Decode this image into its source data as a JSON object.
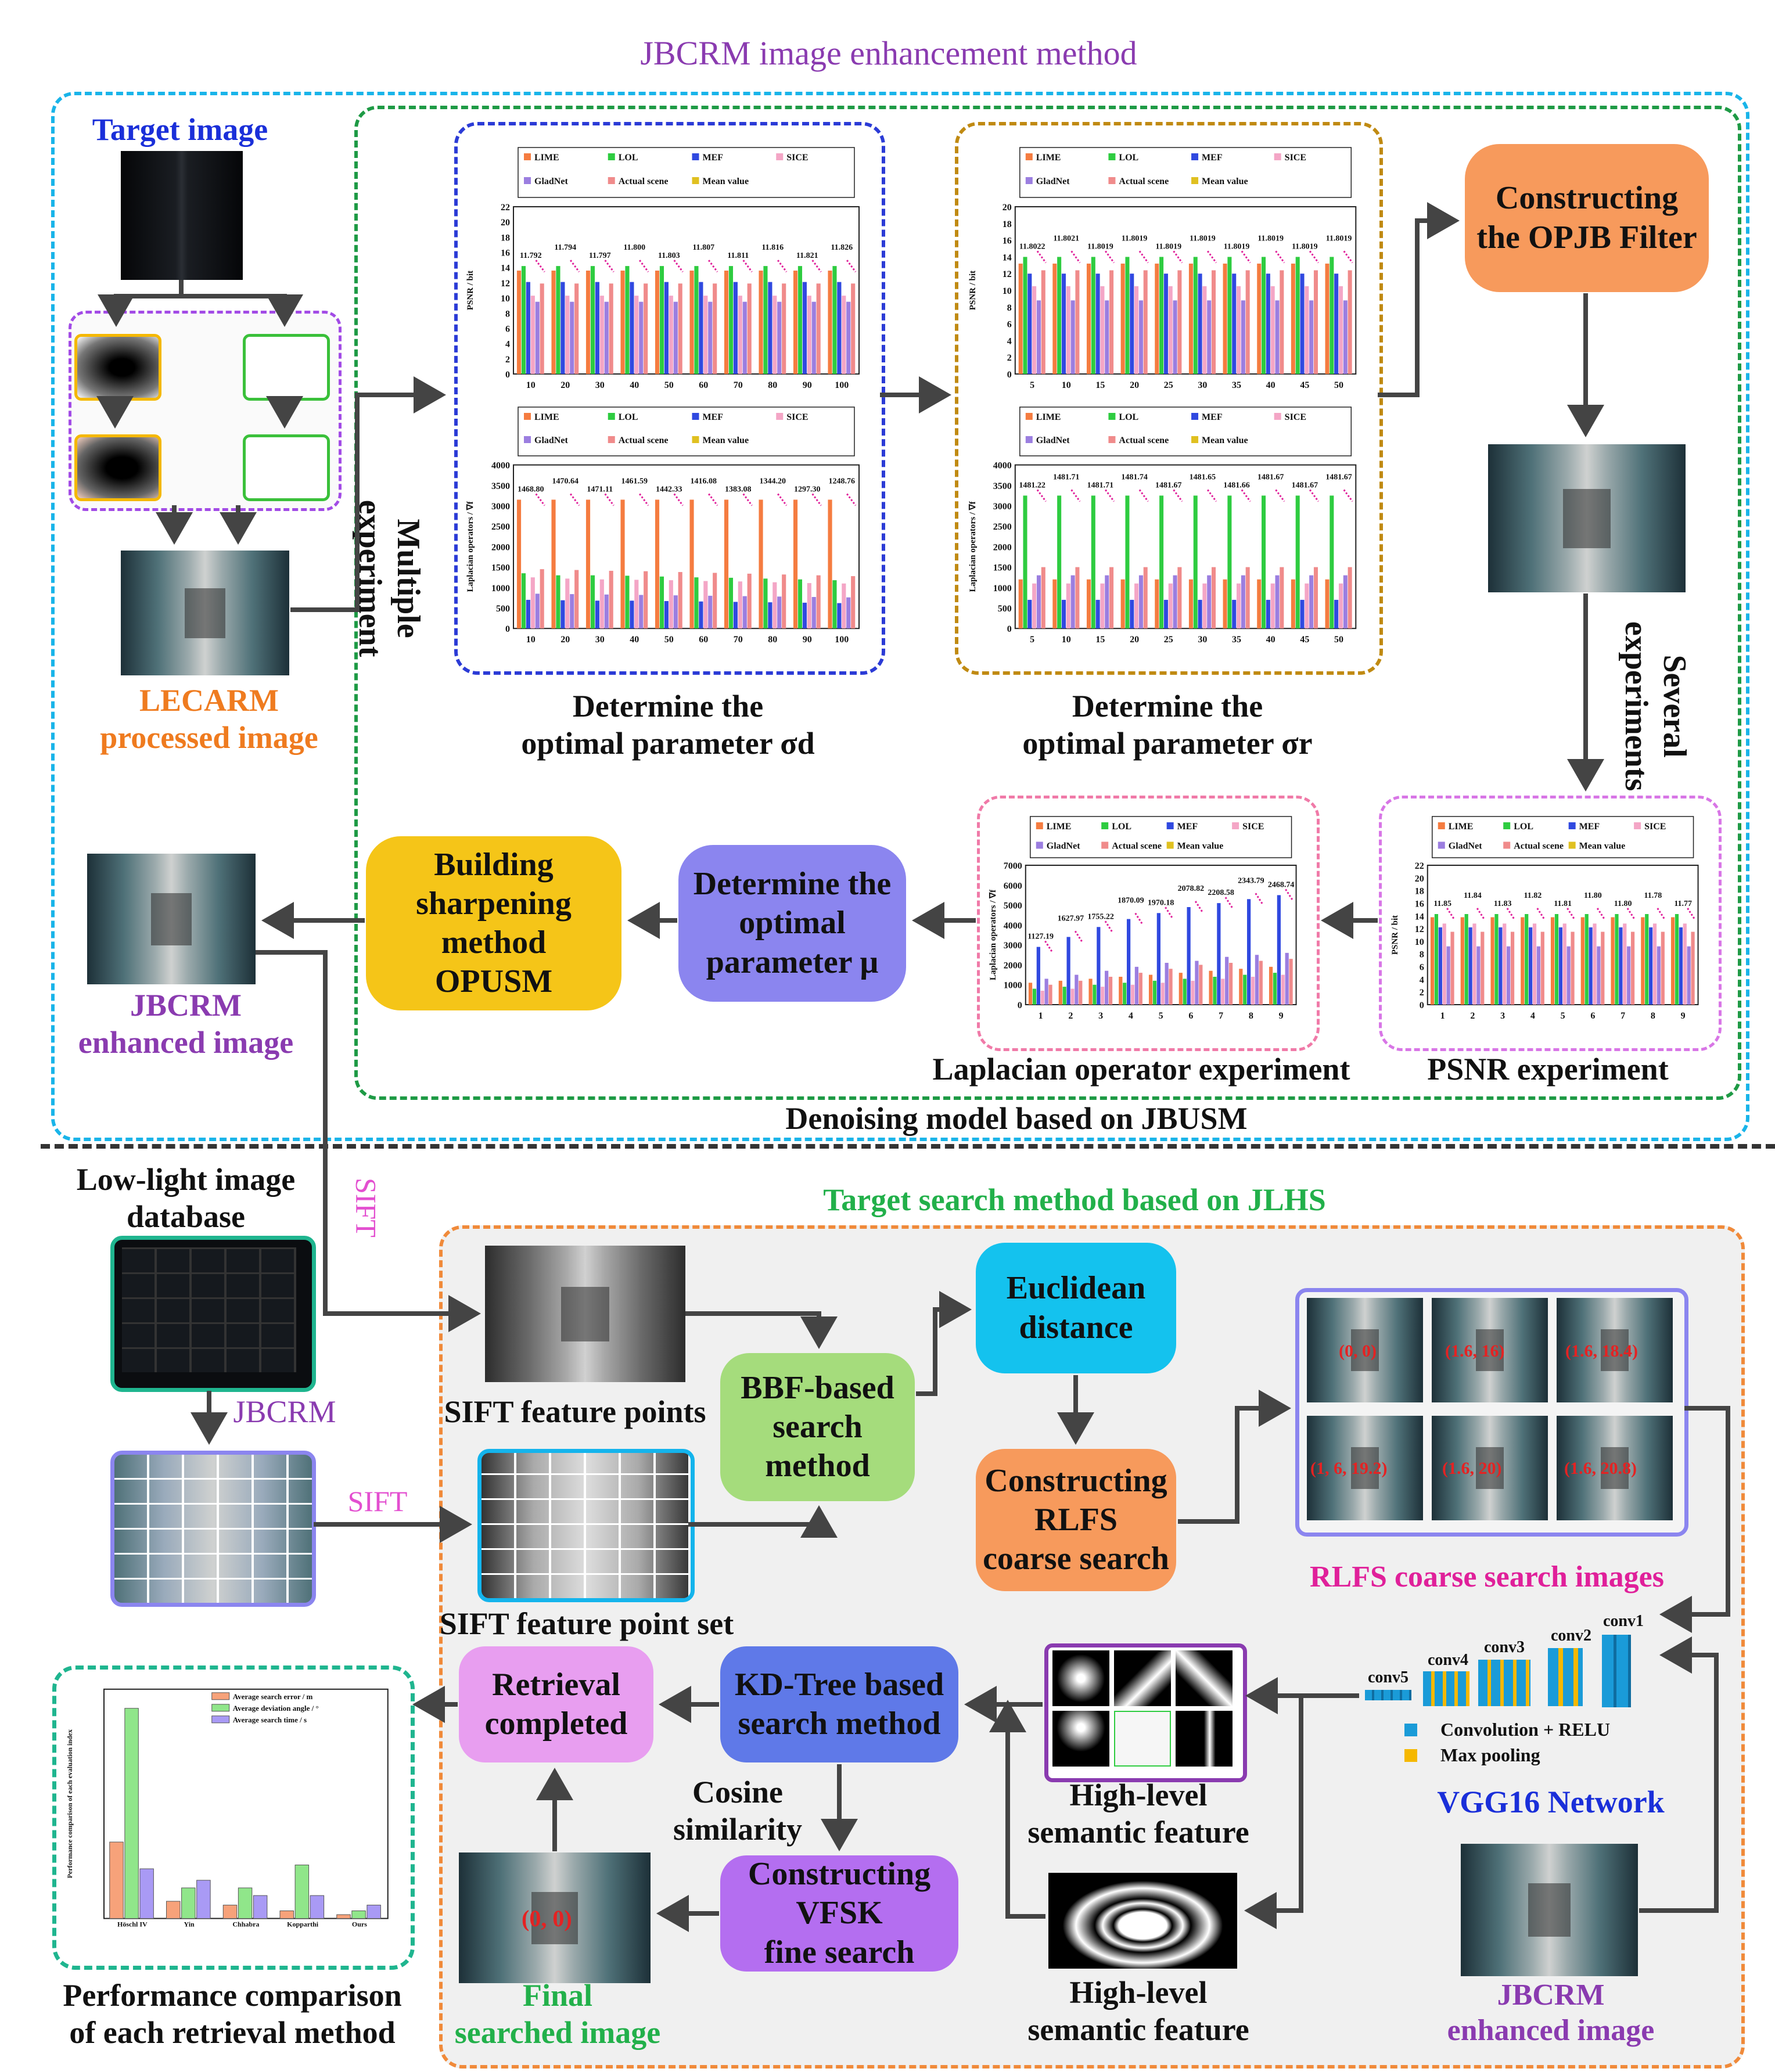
{
  "top_section": {
    "title": "JBCRM image enhancement method",
    "target_image_label": "Target image",
    "lecarm_label": [
      "LECARM",
      "processed image"
    ],
    "multiple_experiment": [
      "Multiple",
      "experiment"
    ],
    "sigma_d_caption": [
      "Determine the",
      "optimal parameter σd"
    ],
    "sigma_r_caption": [
      "Determine the",
      "optimal parameter σr"
    ],
    "opjb_box": [
      "Constructing",
      "the OPJB Filter"
    ],
    "several_experiments": [
      "Several",
      "experiments"
    ],
    "psnr_caption": "PSNR experiment",
    "laplacian_caption": "Laplacian operator experiment",
    "mu_box": [
      "Determine the",
      "optimal",
      "parameter μ"
    ],
    "opusm_box": [
      "Building",
      "sharpening",
      "method",
      "OPUSM"
    ],
    "jbcrm_enhanced_label": [
      "JBCRM",
      "enhanced image"
    ],
    "jbusm_caption": "Denoising model based on JBUSM"
  },
  "bottom_section": {
    "title": "Target search method based on JLHS",
    "database_label": [
      "Low-light image",
      "database"
    ],
    "sift_vertical": "SIFT",
    "jbcrm_label": "JBCRM",
    "sift_label": "SIFT",
    "sift_points_label": "SIFT feature points",
    "sift_set_label": "SIFT feature point set",
    "bbf_box": [
      "BBF-based",
      "search",
      "method"
    ],
    "euclid_box": [
      "Euclidean",
      "distance"
    ],
    "rlfs_box": [
      "Constructing",
      "RLFS",
      "coarse search"
    ],
    "rlfs_images_label": "RLFS coarse search images",
    "rlfs_coords": [
      "(0, 0)",
      "(1.6, 16)",
      "(1.6, 18.4)",
      "(1, 6, 19.2)",
      "(1.6, 20)",
      "(1.6, 20.8)"
    ],
    "vgg": {
      "layers": [
        "conv5",
        "conv4",
        "conv3",
        "conv2",
        "conv1"
      ],
      "legend": [
        "Convolution + RELU",
        "Max pooling"
      ],
      "title": "VGG16 Network"
    },
    "jbcrm_enhanced_label": [
      "JBCRM",
      "enhanced image"
    ],
    "hl_semantic_1": [
      "High-level",
      "semantic feature"
    ],
    "hl_semantic_2": [
      "High-level",
      "semantic feature"
    ],
    "kdtree_box": [
      "KD-Tree based",
      "search method"
    ],
    "retrieval_box": [
      "Retrieval",
      "completed"
    ],
    "cosine_label": [
      "Cosine",
      "similarity"
    ],
    "vfsk_box": [
      "Constructing",
      "VFSK",
      "fine search"
    ],
    "final_label": [
      "Final",
      "searched image"
    ],
    "final_coord": "(0, 0)",
    "perf_caption": [
      "Performance comparison",
      "of each retrieval method"
    ]
  },
  "chart_data": [
    {
      "type": "bar",
      "id": "sigma_d_psnr",
      "ylabel": "PSNR / bit",
      "categories": [
        "10",
        "20",
        "30",
        "40",
        "50",
        "60",
        "70",
        "80",
        "90",
        "100"
      ],
      "ylim": [
        0,
        22
      ],
      "yticks": [
        0,
        2,
        4,
        6,
        8,
        10,
        12,
        14,
        16,
        18,
        20,
        22
      ],
      "legend": [
        "LIME",
        "LOL",
        "MEF",
        "SICE",
        "GladNet",
        "Actual scene",
        "Mean value"
      ],
      "series": [
        {
          "name": "LIME",
          "values": [
            13.6,
            13.6,
            13.6,
            13.6,
            13.6,
            13.6,
            13.6,
            13.6,
            13.6,
            13.6
          ]
        },
        {
          "name": "LOL",
          "values": [
            14.2,
            14.2,
            14.2,
            14.2,
            14.2,
            14.2,
            14.2,
            14.2,
            14.2,
            14.2
          ]
        },
        {
          "name": "MEF",
          "values": [
            12.1,
            12.1,
            12.1,
            12.1,
            12.1,
            12.1,
            12.1,
            12.1,
            12.1,
            12.1
          ]
        },
        {
          "name": "SICE",
          "values": [
            10.3,
            10.3,
            10.3,
            10.3,
            10.3,
            10.3,
            10.3,
            10.3,
            10.3,
            10.3
          ]
        },
        {
          "name": "GladNet",
          "values": [
            9.5,
            9.5,
            9.5,
            9.5,
            9.5,
            9.5,
            9.5,
            9.5,
            9.5,
            9.5
          ]
        },
        {
          "name": "Actual scene",
          "values": [
            11.9,
            11.9,
            11.9,
            11.9,
            11.9,
            11.9,
            11.9,
            11.9,
            11.9,
            11.9
          ]
        }
      ],
      "mean_values": [
        11.792,
        11.794,
        11.797,
        11.8,
        11.803,
        11.807,
        11.811,
        11.816,
        11.821,
        11.826
      ]
    },
    {
      "type": "bar",
      "id": "sigma_d_laplacian",
      "ylabel": "Laplacian operators / ∇f",
      "categories": [
        "10",
        "20",
        "30",
        "40",
        "50",
        "60",
        "70",
        "80",
        "90",
        "100"
      ],
      "ylim": [
        0,
        4000
      ],
      "yticks": [
        0,
        500,
        1000,
        1500,
        2000,
        2500,
        3000,
        3500,
        4000
      ],
      "legend": [
        "LIME",
        "LOL",
        "MEF",
        "SICE",
        "GladNet",
        "Actual scene",
        "Mean value"
      ],
      "series": [
        {
          "name": "LIME",
          "values": [
            3150,
            3150,
            3150,
            3150,
            3150,
            3150,
            3150,
            3150,
            3150,
            3150
          ]
        },
        {
          "name": "LOL",
          "values": [
            1350,
            1300,
            1300,
            1290,
            1270,
            1250,
            1240,
            1220,
            1200,
            1180
          ]
        },
        {
          "name": "MEF",
          "values": [
            700,
            690,
            680,
            680,
            670,
            660,
            650,
            640,
            630,
            620
          ]
        },
        {
          "name": "SICE",
          "values": [
            1250,
            1220,
            1200,
            1190,
            1180,
            1160,
            1150,
            1130,
            1110,
            1100
          ]
        },
        {
          "name": "GladNet",
          "values": [
            850,
            840,
            830,
            820,
            810,
            800,
            790,
            780,
            770,
            760
          ]
        },
        {
          "name": "Actual scene",
          "values": [
            1450,
            1430,
            1410,
            1400,
            1380,
            1360,
            1340,
            1320,
            1300,
            1280
          ]
        }
      ],
      "mean_values": [
        1468.8,
        1470.64,
        1471.11,
        1461.59,
        1442.33,
        1416.08,
        1383.08,
        1344.2,
        1297.3,
        1248.76
      ]
    },
    {
      "type": "bar",
      "id": "sigma_r_psnr",
      "ylabel": "PSNR / bit",
      "categories": [
        "5",
        "10",
        "15",
        "20",
        "25",
        "30",
        "35",
        "40",
        "45",
        "50"
      ],
      "ylim": [
        0,
        20
      ],
      "yticks": [
        0,
        2,
        4,
        6,
        8,
        10,
        12,
        14,
        16,
        18,
        20
      ],
      "legend": [
        "LIME",
        "LOL",
        "MEF",
        "SICE",
        "GladNet",
        "Actual scene",
        "Mean value"
      ],
      "series": [
        {
          "name": "LIME",
          "values": [
            13.2,
            13.2,
            13.2,
            13.2,
            13.2,
            13.2,
            13.2,
            13.2,
            13.2,
            13.2
          ]
        },
        {
          "name": "LOL",
          "values": [
            14.0,
            14.0,
            14.0,
            14.0,
            14.0,
            14.0,
            14.0,
            14.0,
            14.0,
            14.0
          ]
        },
        {
          "name": "MEF",
          "values": [
            12.0,
            12.0,
            12.0,
            12.0,
            12.0,
            12.0,
            12.0,
            12.0,
            12.0,
            12.0
          ]
        },
        {
          "name": "SICE",
          "values": [
            10.5,
            10.5,
            10.5,
            10.5,
            10.5,
            10.5,
            10.5,
            10.5,
            10.5,
            10.5
          ]
        },
        {
          "name": "GladNet",
          "values": [
            8.8,
            8.8,
            8.8,
            8.8,
            8.8,
            8.8,
            8.8,
            8.8,
            8.8,
            8.8
          ]
        },
        {
          "name": "Actual scene",
          "values": [
            12.4,
            12.4,
            12.4,
            12.4,
            12.4,
            12.4,
            12.4,
            12.4,
            12.4,
            12.4
          ]
        }
      ],
      "mean_values": [
        11.8022,
        11.8021,
        11.8019,
        11.8019,
        11.8019,
        11.8019,
        11.8019,
        11.8019,
        11.8019,
        11.8019
      ]
    },
    {
      "type": "bar",
      "id": "sigma_r_laplacian",
      "ylabel": "Laplacian operators / ∇f",
      "categories": [
        "5",
        "10",
        "15",
        "20",
        "25",
        "30",
        "35",
        "40",
        "45",
        "50"
      ],
      "ylim": [
        0,
        4000
      ],
      "yticks": [
        0,
        500,
        1000,
        1500,
        2000,
        2500,
        3000,
        3500,
        4000
      ],
      "legend": [
        "LIME",
        "LOL",
        "MEF",
        "SICE",
        "GladNet",
        "Actual scene",
        "Mean value"
      ],
      "series": [
        {
          "name": "LIME",
          "values": [
            1200,
            1200,
            1200,
            1200,
            1200,
            1200,
            1200,
            1200,
            1200,
            1200
          ]
        },
        {
          "name": "LOL",
          "values": [
            3250,
            3250,
            3250,
            3250,
            3250,
            3250,
            3250,
            3250,
            3250,
            3250
          ]
        },
        {
          "name": "MEF",
          "values": [
            700,
            700,
            700,
            700,
            700,
            700,
            700,
            700,
            700,
            700
          ]
        },
        {
          "name": "SICE",
          "values": [
            1100,
            1100,
            1100,
            1100,
            1100,
            1100,
            1100,
            1100,
            1100,
            1100
          ]
        },
        {
          "name": "GladNet",
          "values": [
            1300,
            1300,
            1300,
            1300,
            1300,
            1300,
            1300,
            1300,
            1300,
            1300
          ]
        },
        {
          "name": "Actual scene",
          "values": [
            1500,
            1500,
            1500,
            1500,
            1500,
            1500,
            1500,
            1500,
            1500,
            1500
          ]
        }
      ],
      "mean_values": [
        1481.22,
        1481.71,
        1481.71,
        1481.74,
        1481.67,
        1481.65,
        1481.66,
        1481.67,
        1481.67,
        1481.67
      ]
    },
    {
      "type": "bar",
      "id": "mu_psnr",
      "ylabel": "PSNR / bit",
      "categories": [
        "1",
        "2",
        "3",
        "4",
        "5",
        "6",
        "7",
        "8",
        "9"
      ],
      "ylim": [
        0,
        22
      ],
      "yticks": [
        0,
        2,
        4,
        6,
        8,
        10,
        12,
        14,
        16,
        18,
        20,
        22
      ],
      "legend": [
        "LIME",
        "LOL",
        "MEF",
        "SICE",
        "GladNet",
        "Actual scene",
        "Mean value"
      ],
      "series": [
        {
          "name": "LIME",
          "values": [
            13.8,
            13.8,
            13.8,
            13.8,
            13.8,
            13.8,
            13.8,
            13.8,
            13.8
          ]
        },
        {
          "name": "LOL",
          "values": [
            14.3,
            14.3,
            14.3,
            14.3,
            14.3,
            14.3,
            14.3,
            14.3,
            14.3
          ]
        },
        {
          "name": "MEF",
          "values": [
            12.2,
            12.2,
            12.2,
            12.2,
            12.2,
            12.2,
            12.2,
            12.2,
            12.2
          ]
        },
        {
          "name": "SICE",
          "values": [
            12.8,
            12.8,
            12.8,
            12.8,
            12.8,
            12.8,
            12.8,
            12.8,
            12.8
          ]
        },
        {
          "name": "GladNet",
          "values": [
            9.2,
            9.2,
            9.2,
            9.2,
            9.2,
            9.2,
            9.2,
            9.2,
            9.2
          ]
        },
        {
          "name": "Actual scene",
          "values": [
            11.5,
            11.5,
            11.5,
            11.5,
            11.5,
            11.5,
            11.5,
            11.5,
            11.5
          ]
        }
      ],
      "mean_values": [
        11.85,
        11.84,
        11.83,
        11.82,
        11.81,
        11.8,
        11.8,
        11.78,
        11.77
      ]
    },
    {
      "type": "bar",
      "id": "mu_laplacian",
      "ylabel": "Laplacian operators / ∇f",
      "categories": [
        "1",
        "2",
        "3",
        "4",
        "5",
        "6",
        "7",
        "8",
        "9"
      ],
      "ylim": [
        0,
        7000
      ],
      "yticks": [
        0,
        1000,
        2000,
        3000,
        4000,
        5000,
        6000,
        7000
      ],
      "legend": [
        "LIME",
        "LOL",
        "MEF",
        "SICE",
        "GladNet",
        "Actual scene",
        "Mean value"
      ],
      "series": [
        {
          "name": "LIME",
          "values": [
            1100,
            1200,
            1300,
            1400,
            1500,
            1600,
            1700,
            1800,
            1900
          ]
        },
        {
          "name": "LOL",
          "values": [
            800,
            900,
            1000,
            1100,
            1200,
            1300,
            1400,
            1500,
            1600
          ]
        },
        {
          "name": "MEF",
          "values": [
            2900,
            3400,
            3900,
            4300,
            4600,
            4900,
            5100,
            5300,
            5500
          ]
        },
        {
          "name": "SICE",
          "values": [
            700,
            800,
            900,
            1000,
            1100,
            1200,
            1300,
            1400,
            1500
          ]
        },
        {
          "name": "GladNet",
          "values": [
            1300,
            1500,
            1700,
            1900,
            2100,
            2200,
            2400,
            2500,
            2600
          ]
        },
        {
          "name": "Actual scene",
          "values": [
            1000,
            1200,
            1400,
            1600,
            1800,
            2000,
            2100,
            2200,
            2300
          ]
        }
      ],
      "mean_values": [
        1127.19,
        1627.97,
        1755.22,
        1870.09,
        1970.18,
        2078.82,
        2208.58,
        2343.79,
        2468.74
      ]
    },
    {
      "type": "bar",
      "id": "performance",
      "ylabel": "Performance comparison of each evaluation index",
      "categories": [
        "Höschl IV",
        "Yin",
        "Chhabra",
        "Kopparthi",
        "Ours"
      ],
      "ylim": [
        0,
        6
      ],
      "legend": [
        "Average search error / m",
        "Average deviation angle / °",
        "Average search time / s"
      ],
      "series": [
        {
          "name": "Average search error / m",
          "values": [
            2.0,
            0.45,
            0.35,
            0.2,
            0.1
          ]
        },
        {
          "name": "Average deviation angle / °",
          "values": [
            5.5,
            0.8,
            0.8,
            1.4,
            0.2
          ]
        },
        {
          "name": "Average search time / s",
          "values": [
            1.3,
            1.0,
            0.6,
            0.6,
            0.35
          ]
        }
      ]
    }
  ],
  "colors": {
    "cyan_frame": "#19b4e9",
    "green_frame": "#1e9a45",
    "blue_frame": "#2b3bd6",
    "gold_frame": "#c08a12",
    "pink_frame": "#f07aa8",
    "violet_frame": "#d876e6",
    "orange_frame": "#f08a3a",
    "purple_text": "#8a3bb0",
    "orange_text": "#ef7b1f",
    "blue_text": "#1a2fd9",
    "green_text": "#22b04a",
    "magenta_text": "#e0209a",
    "box_orange": "#f79a5c",
    "box_yellow": "#f5c518",
    "box_periwinkle": "#8b85ef",
    "box_green": "#a5dc7c",
    "box_cyan": "#14c2ee",
    "box_blue": "#5f79e8",
    "box_pink": "#e89ef0",
    "box_violet": "#b46ef0",
    "LIME": "#f57c40",
    "LOL": "#2ecc40",
    "MEF": "#3049e0",
    "SICE": "#f4a6c6",
    "GladNet": "#9b7ee0",
    "Actual scene": "#f08b8b",
    "Mean value": "#e0c020"
  }
}
